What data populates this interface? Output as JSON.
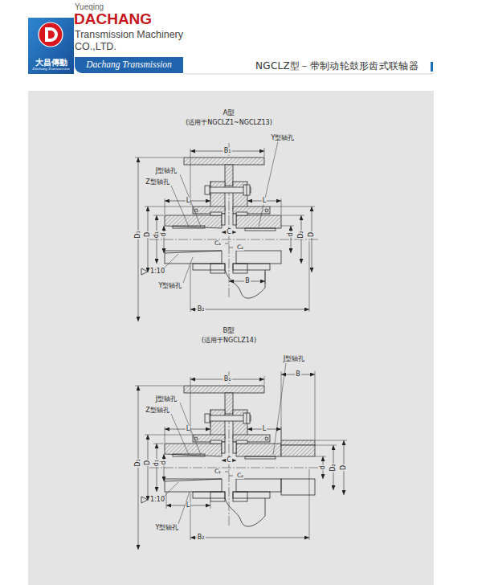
{
  "diagram": {
    "title": "NGCLZ型－带制动轮鼓形齿式联轴器",
    "nodes": [
      {
        "text": [
          "大昌傳動",
          "Dachang Transmission"
        ]
      },
      {
        "text": [
          "Dachang Transmission"
        ]
      }
    ],
    "labels": [
      "Yueqing",
      "DACHANG",
      "Transmission Machinery",
      "CO.,LTD.",
      "A型",
      "(适用于NGCLZ1~NGCLZ13)",
      "B₁",
      "Y型轴孔",
      "J型轴孔",
      "Z型轴孔",
      "C",
      "L",
      "L",
      "D₁",
      "D",
      "d₁",
      "d",
      "C₁",
      "C₂",
      "d",
      "D₂",
      "D",
      "1:10",
      "B",
      "Y型轴孔",
      "B₂",
      "B型",
      "(适用于NGCLZ14)",
      "B₁",
      "J型轴孔",
      "B",
      "J型轴孔",
      "Z型轴孔",
      "C",
      "L",
      "L",
      "D₁",
      "D",
      "d₁",
      "d",
      "C₁",
      "C₂",
      "d",
      "D₂",
      "D",
      "1:10",
      "L",
      "Y型轴孔",
      "B₂"
    ]
  }
}
